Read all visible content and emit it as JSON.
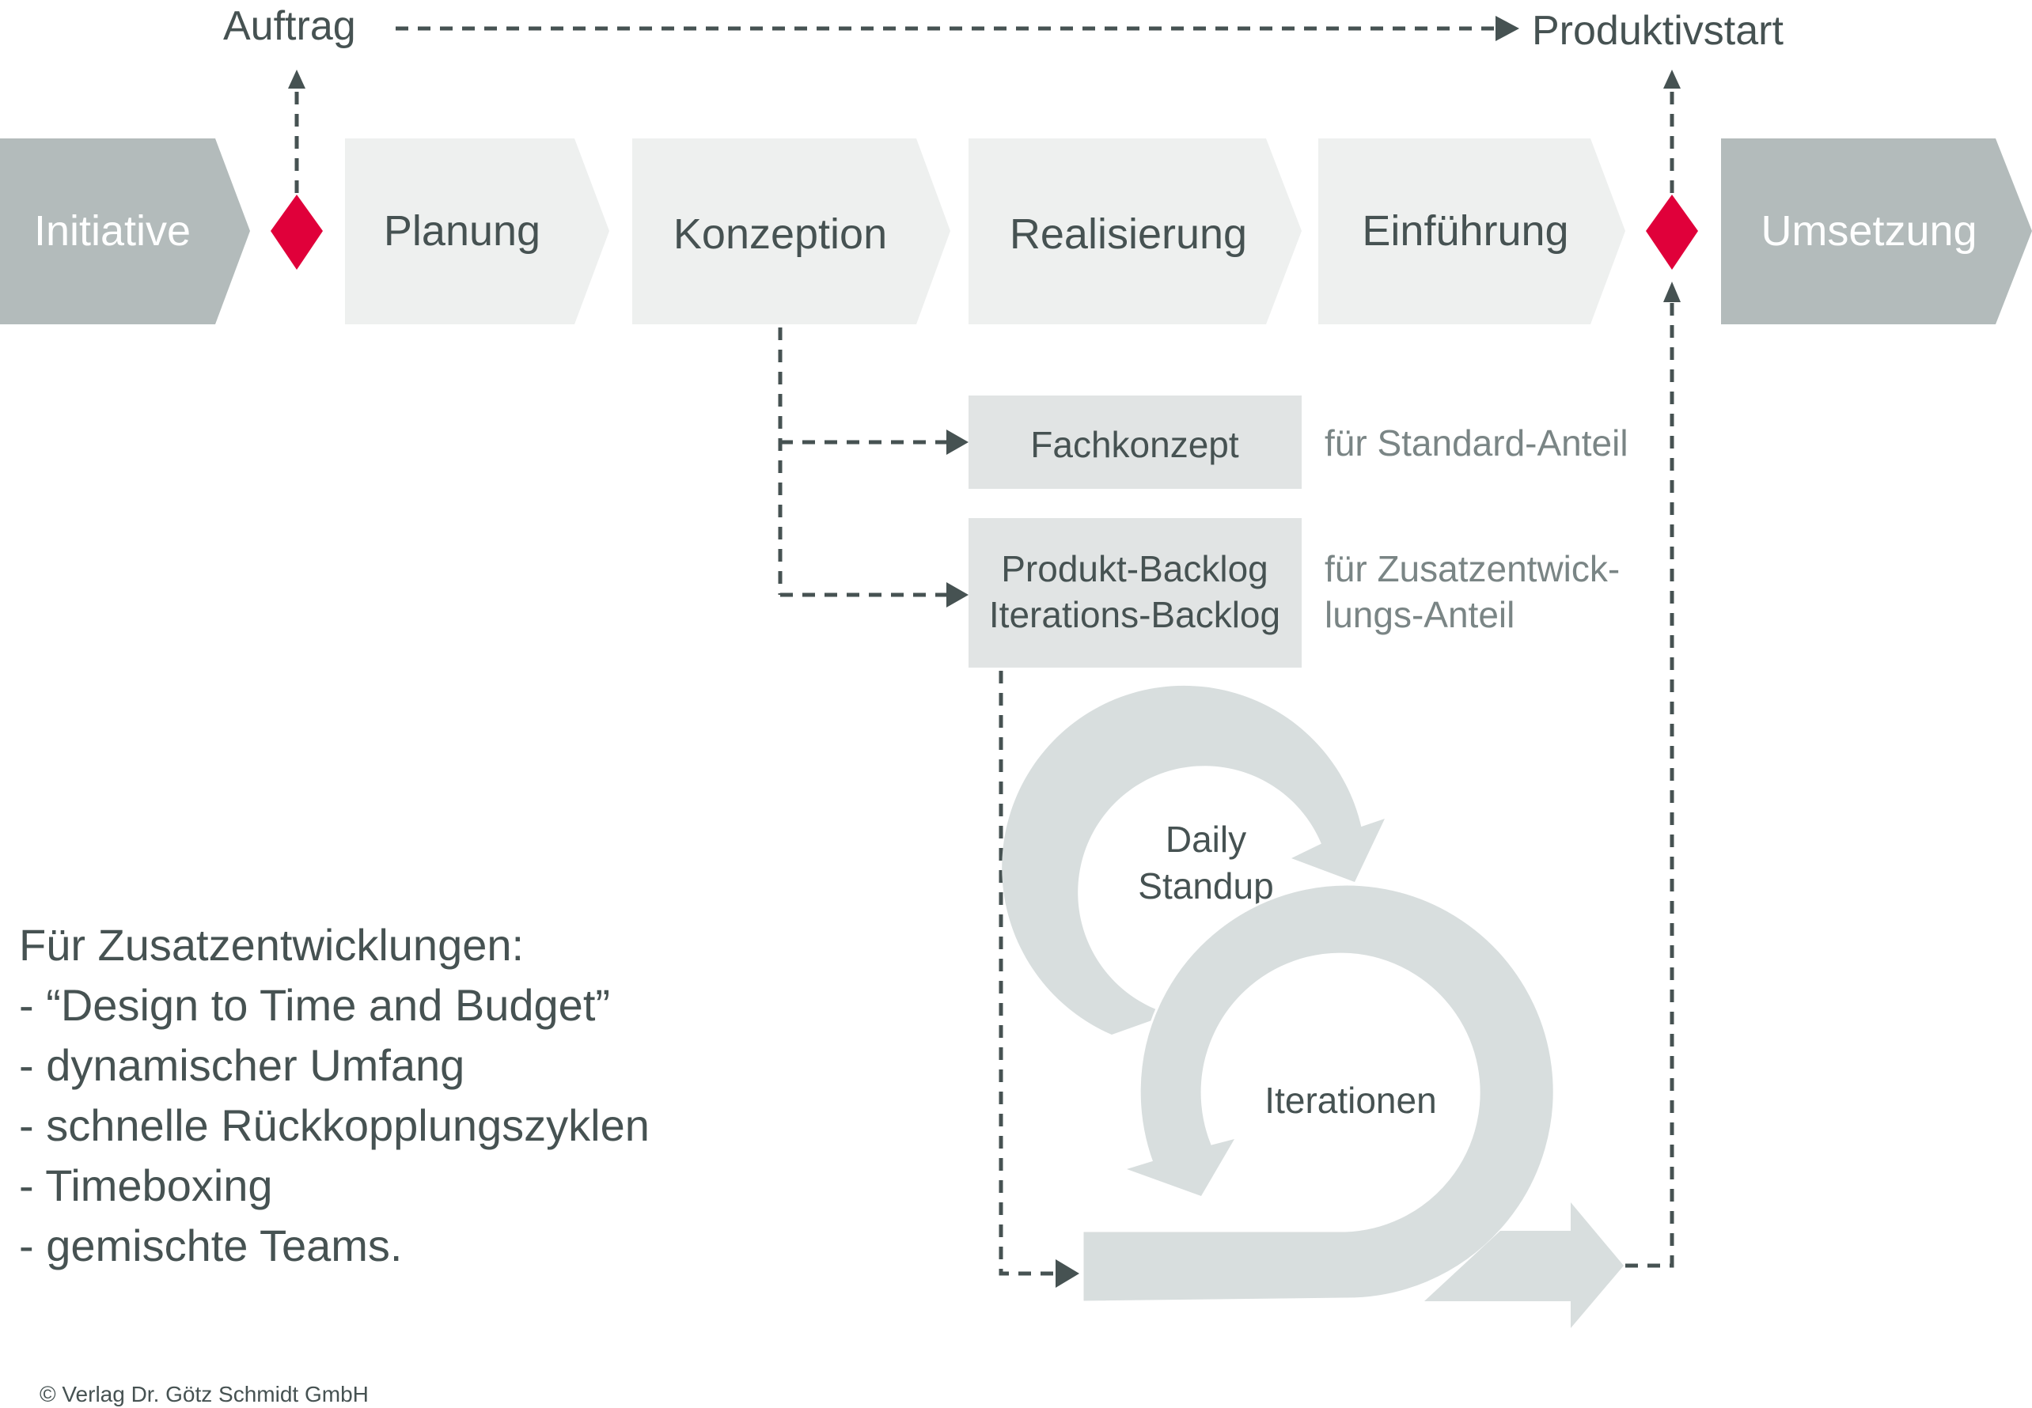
{
  "milestones": {
    "start": "Auftrag",
    "end": "Produktivstart"
  },
  "phases": [
    {
      "label": "Initiative"
    },
    {
      "label": "Planung"
    },
    {
      "label": "Konzeption"
    },
    {
      "label": "Realisierung"
    },
    {
      "label": "Einführung"
    },
    {
      "label": "Umsetzung"
    }
  ],
  "artifacts": {
    "fachkonzept": {
      "label": "Fachkonzept",
      "note": "für Standard-Anteil"
    },
    "backlog": {
      "line1": "Produkt-Backlog",
      "line2": "Iterations-Backlog",
      "note_line1": "für Zusatzentwick-",
      "note_line2": "lungs-Anteil"
    }
  },
  "cycles": {
    "daily_line1": "Daily",
    "daily_line2": "Standup",
    "iterations": "Iterationen"
  },
  "notes": {
    "heading": "Für Zusatzentwicklungen:",
    "items": [
      "- “Design to Time and Budget”",
      "- dynamischer Umfang",
      "- schnelle Rückkopplungszyklen",
      "- Timeboxing",
      "- gemischte Teams."
    ]
  },
  "copyright": "© Verlag Dr. Götz Schmidt GmbH",
  "colors": {
    "outer_phase": "#b3bbbb",
    "inner_phase": "#eef0ef",
    "artifact_box": "#e1e4e4",
    "cycle": "#d8dede",
    "milestone": "#e0003a",
    "text_dark": "#465252"
  }
}
